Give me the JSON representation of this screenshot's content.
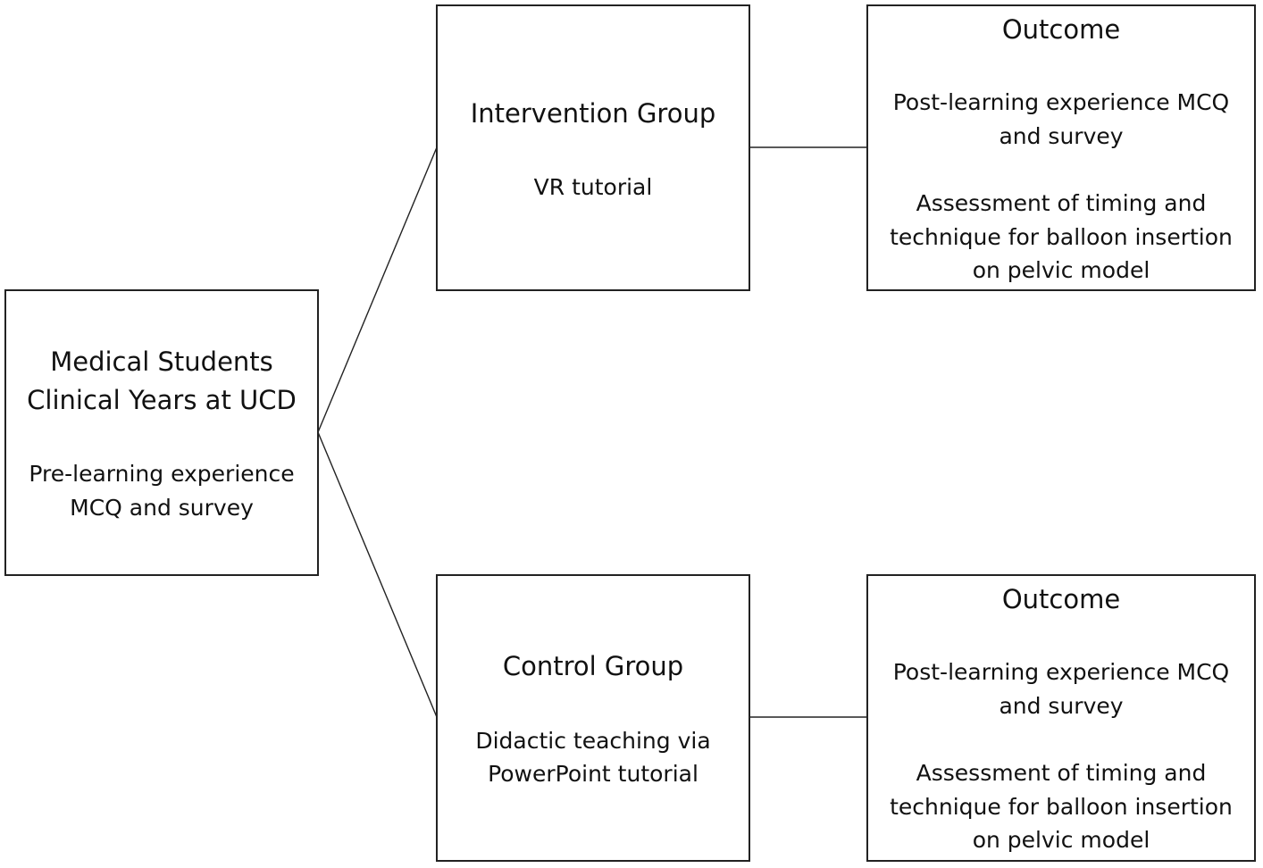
{
  "students": {
    "title_line1": "Medical Students",
    "title_line2": "Clinical Years at UCD",
    "detail_line1": "Pre-learning experience",
    "detail_line2": "MCQ and survey"
  },
  "intervention": {
    "title": "Intervention Group",
    "detail": "VR tutorial"
  },
  "control": {
    "title": "Control Group",
    "detail_line1": "Didactic teaching via",
    "detail_line2": "PowerPoint tutorial"
  },
  "outcome_top": {
    "title": "Outcome",
    "line1": "Post-learning experience MCQ",
    "line2": "and survey",
    "line3": "Assessment of timing and",
    "line4": "technique for balloon insertion",
    "line5": "on pelvic model"
  },
  "outcome_bottom": {
    "title": "Outcome",
    "line1": "Post-learning experience MCQ",
    "line2": "and survey",
    "line3": "Assessment of timing and",
    "line4": "technique for balloon insertion",
    "line5": "on pelvic model"
  }
}
